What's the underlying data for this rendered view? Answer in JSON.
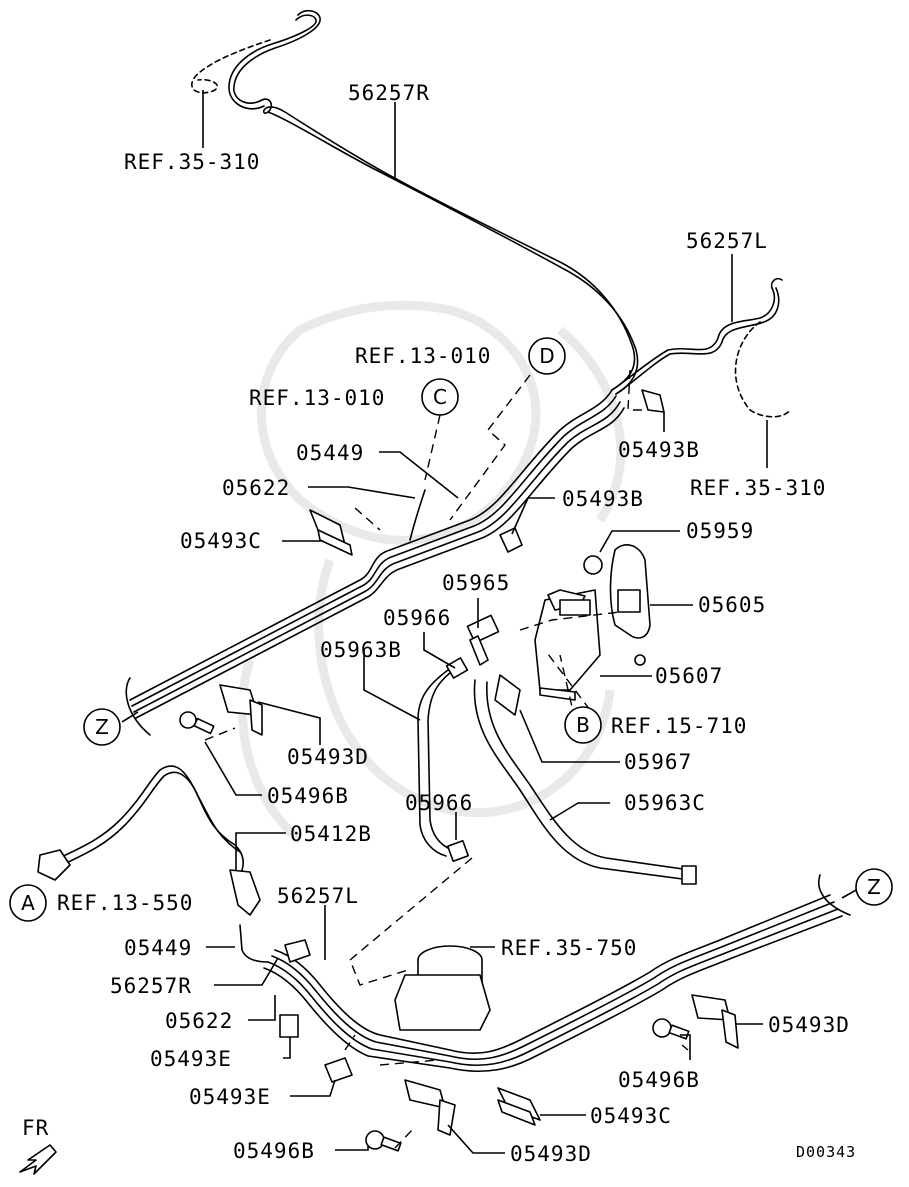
{
  "diagram_code": "D00343",
  "direction_label": "FR",
  "circles": {
    "a": "A",
    "b": "B",
    "c": "C",
    "d": "D",
    "z": "Z"
  },
  "labels": {
    "p56257R_top": "56257R",
    "ref35_310_left": "REF.35-310",
    "p56257L_top": "56257L",
    "ref35_310_right": "REF.35-310",
    "ref13_010_d": "REF.13-010",
    "ref13_010_c": "REF.13-010",
    "p05493B_a": "05493B",
    "p05449_top": "05449",
    "p05622_top": "05622",
    "p05493B_b": "05493B",
    "p05493C_top": "05493C",
    "p05959": "05959",
    "p05965": "05965",
    "p05605": "05605",
    "p05966_top": "05966",
    "p05963B": "05963B",
    "p05607": "05607",
    "ref15_710": "REF.15-710",
    "p05493D_mid": "05493D",
    "p05967": "05967",
    "p05496B_mid": "05496B",
    "p05966_bottom": "05966",
    "p05963C": "05963C",
    "p05412B": "05412B",
    "ref13_550": "REF.13-550",
    "p56257L_bottom": "56257L",
    "p05449_bottom": "05449",
    "ref35_750": "REF.35-750",
    "p56257R_bottom": "56257R",
    "p05622_bottom": "05622",
    "p05493D_right": "05493D",
    "p05493E_a": "05493E",
    "p05496B_right": "05496B",
    "p05493E_b": "05493E",
    "p05493C_bottom": "05493C",
    "p05496B_bottom": "05496B",
    "p05493D_bottom": "05493D"
  }
}
